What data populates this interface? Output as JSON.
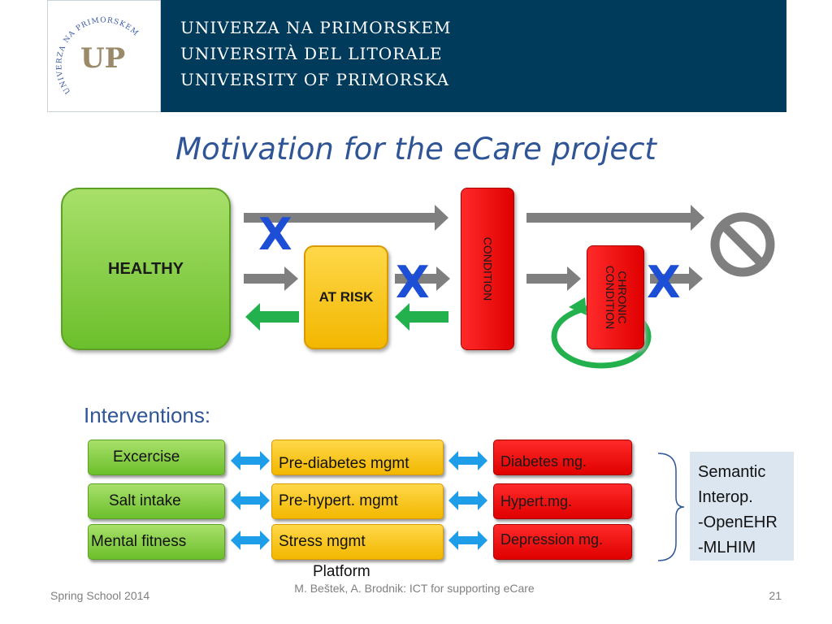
{
  "header": {
    "university_lines": [
      "UNIVERZA NA PRIMORSKEM",
      "UNIVERSITÀ DEL LITORALE",
      "UNIVERSITY OF PRIMORSKA"
    ],
    "logo_monogram": "UP",
    "logo_ring_text": "UNIVERZA NA PRIMORSKEM · UNIVERSITÀ DEL LITORALE",
    "band_color": "#003b5c"
  },
  "title": "Motivation for the eCare project",
  "diagram": {
    "healthy": "HEALTHY",
    "at_risk": "AT RISK",
    "condition": "CONDITION",
    "chronic_line1": "CHRONIC",
    "chronic_line2": "CONDITION",
    "x_mark": "X",
    "stop_icon": "no-entry-icon",
    "arrow_gray": "#7f7f7f",
    "arrow_green": "#22b14c"
  },
  "interventions": {
    "label": "Interventions:",
    "rows": [
      {
        "lifestyle": "Excercise",
        "pre": "Pre-diabetes mgmt",
        "disease": "Diabetes mg."
      },
      {
        "lifestyle": "Salt intake",
        "pre": "Pre-hypert. mgmt",
        "disease": "Hypert.mg."
      },
      {
        "lifestyle": "Mental fitness",
        "pre": "Stress mgmt",
        "disease": "Depression mg."
      }
    ],
    "semantic": [
      "Semantic",
      "Interop.",
      "-OpenEHR",
      "-MLHIM"
    ],
    "platform": "Platform"
  },
  "footer": {
    "left": "Spring School 2014",
    "center": "M. Beštek, A. Brodnik: ICT for supporting eCare",
    "page": "21"
  }
}
